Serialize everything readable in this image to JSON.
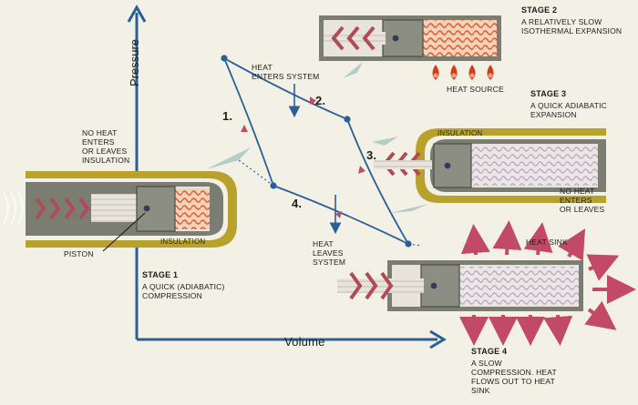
{
  "axes": {
    "y_label": "Pressure",
    "x_label": "Volume"
  },
  "cycle_labels": [
    "1.",
    "2.",
    "3.",
    "4."
  ],
  "flow_labels": {
    "heat_in": "HEAT\nENTERS SYSTEM",
    "heat_out": "HEAT\nLEAVES\nSYSTEM"
  },
  "stage1": {
    "title": "STAGE 1",
    "desc": "A QUICK (ADIABATIC)\nCOMPRESSION",
    "note": "NO HEAT\nENTERS\nOR LEAVES\nINSULATION",
    "piston": "PISTON",
    "insulation": "INSULATION"
  },
  "stage2": {
    "title": "STAGE 2",
    "desc": "A RELATIVELY SLOW\nISOTHERMAL EXPANSION",
    "source": "HEAT SOURCE"
  },
  "stage3": {
    "title": "STAGE 3",
    "desc": "A QUICK ADIABATIC\nEXPANSION",
    "insulation": "INSULATION",
    "note": "NO HEAT\nENTERS\nOR LEAVES"
  },
  "stage4": {
    "title": "STAGE 4",
    "desc": "A SLOW\nCOMPRESSION. HEAT\nFLOWS OUT TO HEAT\nSINK",
    "sink": "HEAT SINK"
  },
  "colors": {
    "axis": "#2a5f98",
    "cycle": "#2a5f98",
    "insulation": "#b9a22c",
    "cylinder": "#7b7d73",
    "arrow_red": "#b24a56",
    "flame": "#d83a1e",
    "heat_gas": "#e35a30",
    "cool_gas": "#b9aeb8",
    "sink_arrow": "#c24a66"
  }
}
